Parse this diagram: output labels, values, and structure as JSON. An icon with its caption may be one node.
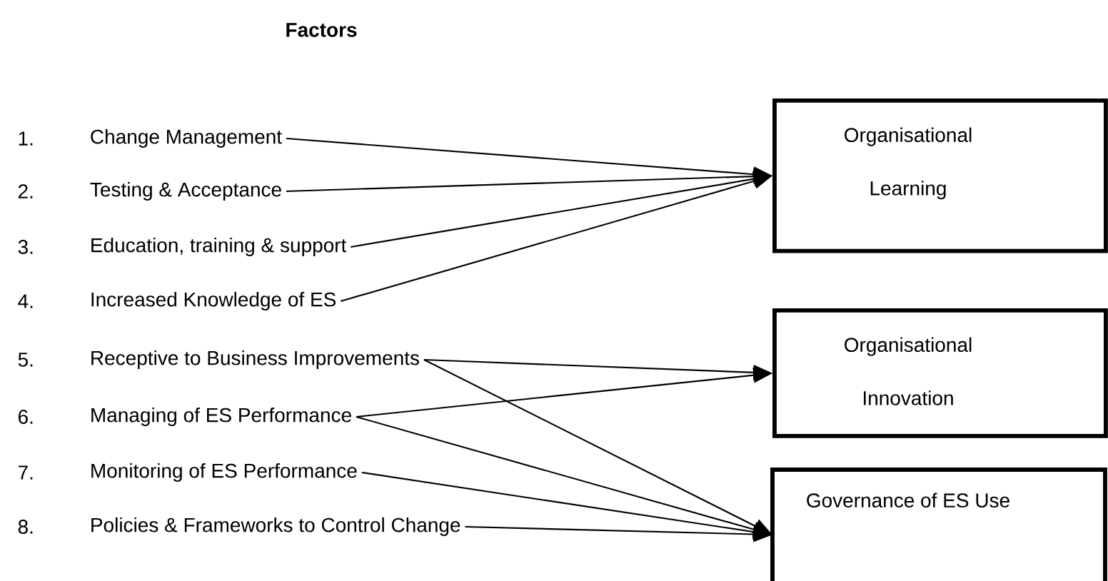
{
  "diagram": {
    "title": "Factors",
    "nodes": [
      {
        "text": [
          "Change Management"
        ]
      },
      {
        "text": [
          "Testing & Acceptance"
        ]
      },
      {
        "text": [
          "Education, training & support"
        ]
      },
      {
        "text": [
          "Increased Knowledge of ES"
        ]
      },
      {
        "text": [
          "Receptive to Business Improvements"
        ]
      },
      {
        "text": [
          "Managing of ES Performance"
        ]
      },
      {
        "text": [
          "Monitoring of ES Performance"
        ]
      },
      {
        "text": [
          "Policies & Frameworks to Control Change"
        ]
      },
      {
        "text": [
          "Organisational Learning"
        ]
      },
      {
        "text": [
          "Organisational Innovation"
        ]
      },
      {
        "text": [
          "Governance of ES Use"
        ]
      }
    ],
    "edges": [
      {
        "from": 0,
        "to": 8,
        "arrow": "to"
      },
      {
        "from": 1,
        "to": 8,
        "arrow": "to"
      },
      {
        "from": 2,
        "to": 8,
        "arrow": "to"
      },
      {
        "from": 3,
        "to": 8,
        "arrow": "to"
      },
      {
        "from": 4,
        "to": 9,
        "arrow": "to"
      },
      {
        "from": 4,
        "to": 10,
        "arrow": "to"
      },
      {
        "from": 5,
        "to": 9,
        "arrow": "to"
      },
      {
        "from": 5,
        "to": 10,
        "arrow": "to"
      },
      {
        "from": 6,
        "to": 10,
        "arrow": "to"
      },
      {
        "from": 7,
        "to": 10,
        "arrow": "to"
      }
    ],
    "labels": [
      "1.",
      "2.",
      "3.",
      "4.",
      "5.",
      "6.",
      "7.",
      "8."
    ]
  }
}
